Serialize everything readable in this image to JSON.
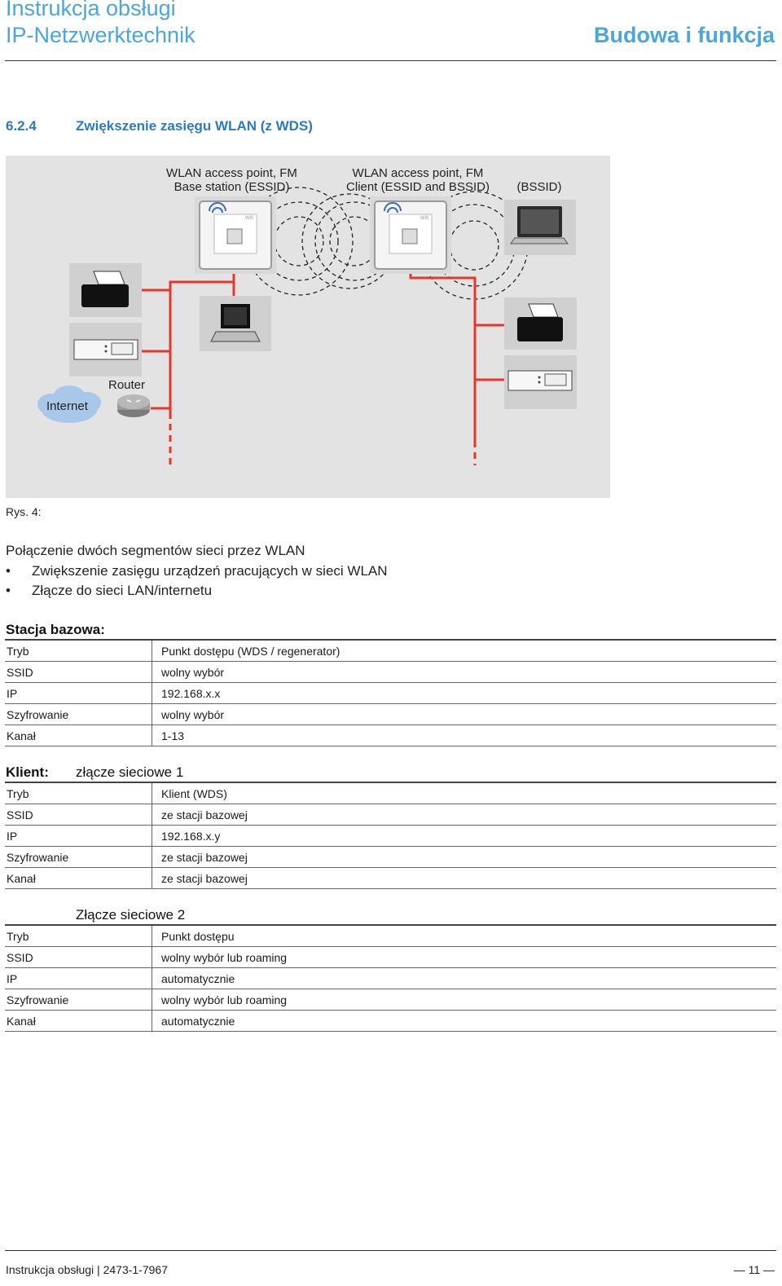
{
  "header": {
    "title": "Instrukcja obsługi",
    "subtitle": "IP-Netzwerktechnik",
    "section_name": "Budowa i funkcja"
  },
  "section": {
    "number": "6.2.4",
    "title": "Zwiększenie zasięgu WLAN (z WDS)"
  },
  "diagram": {
    "label_base_1": "WLAN access point, FM",
    "label_base_2": "Base station (ESSID)",
    "label_client_1": "WLAN access point, FM",
    "label_client_2": "Client (ESSID and BSSID)",
    "label_bssid": "(BSSID)",
    "label_router": "Router",
    "label_internet": "Internet",
    "colors": {
      "cable": "#e5372b",
      "cloud": "#a9c7e8",
      "panel": "#e3e3e3"
    }
  },
  "caption": "Rys. 4:",
  "intro": {
    "line": "Połączenie dwóch segmentów sieci przez WLAN",
    "bullets": [
      "Zwiększenie zasięgu urządzeń pracujących w sieci WLAN",
      "Złącze do sieci LAN/internetu"
    ]
  },
  "base_station": {
    "heading": "Stacja bazowa:",
    "rows": [
      {
        "key": "Tryb",
        "value": "Punkt dostępu (WDS / regenerator)"
      },
      {
        "key": "SSID",
        "value": "wolny wybór"
      },
      {
        "key": "IP",
        "value": "192.168.x.x"
      },
      {
        "key": "Szyfrowanie",
        "value": "wolny wybór"
      },
      {
        "key": "Kanał",
        "value": "1-13"
      }
    ]
  },
  "client": {
    "heading": "Klient:",
    "subheading": "złącze sieciowe 1",
    "rows": [
      {
        "key": "Tryb",
        "value": "Klient (WDS)"
      },
      {
        "key": "SSID",
        "value": "ze stacji bazowej"
      },
      {
        "key": "IP",
        "value": "192.168.x.y"
      },
      {
        "key": "Szyfrowanie",
        "value": "ze stacji bazowej"
      },
      {
        "key": "Kanał",
        "value": "ze stacji bazowej"
      }
    ]
  },
  "interface2": {
    "subheading": "Złącze sieciowe 2",
    "rows": [
      {
        "key": "Tryb",
        "value": "Punkt dostępu"
      },
      {
        "key": "SSID",
        "value": "wolny wybór lub roaming"
      },
      {
        "key": "IP",
        "value": "automatycznie"
      },
      {
        "key": "Szyfrowanie",
        "value": "wolny wybór lub roaming"
      },
      {
        "key": "Kanał",
        "value": "automatycznie"
      }
    ]
  },
  "footer": {
    "left": "Instrukcja obsługi | 2473-1-7967",
    "right": "— 11 —"
  }
}
